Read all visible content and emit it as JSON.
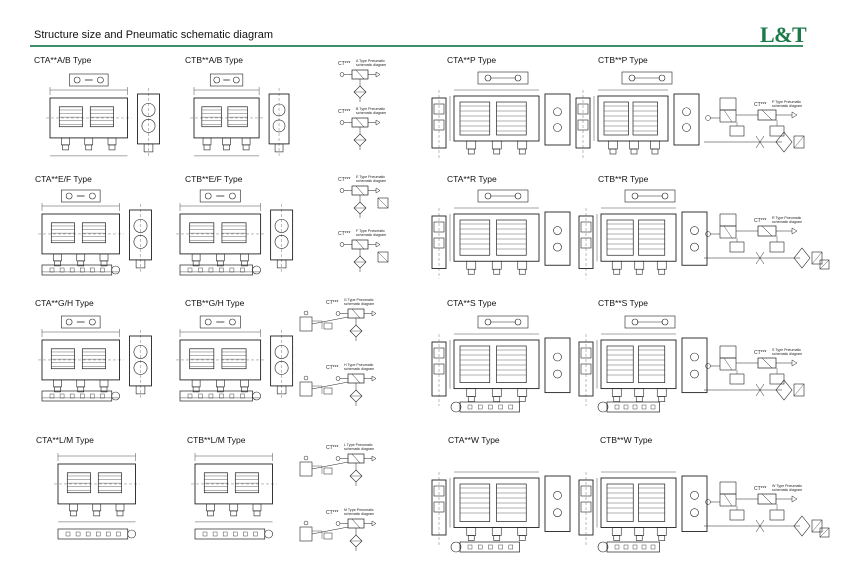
{
  "header": {
    "title": "Structure size and Pneumatic schematic diagram",
    "logo": "L&T"
  },
  "sections": [
    {
      "label": "CTA**A/B Type"
    },
    {
      "label": "CTB**A/B Type"
    },
    {
      "label": "CTA**P Type"
    },
    {
      "label": "CTB**P Type"
    },
    {
      "label": "CTA**E/F Type"
    },
    {
      "label": "CTB**E/F Type"
    },
    {
      "label": "CTA**R Type"
    },
    {
      "label": "CTB**R Type"
    },
    {
      "label": "CTA**G/H Type"
    },
    {
      "label": "CTB**G/H Type"
    },
    {
      "label": "CTA**S Type"
    },
    {
      "label": "CTB**S Type"
    },
    {
      "label": "CTA**L/M Type"
    },
    {
      "label": "CTB**L/M Type"
    },
    {
      "label": "CTA**W Type"
    },
    {
      "label": "CTB**W Type"
    }
  ],
  "schematics": [
    {
      "code": "CT***",
      "caption1": "A Type Pneumatic",
      "caption2": "schematic diagram"
    },
    {
      "code": "CT***",
      "caption1": "B Type Pneumatic",
      "caption2": "schematic diagram"
    },
    {
      "code": "CT***",
      "caption1": "E Type Pneumatic",
      "caption2": "schematic diagram"
    },
    {
      "code": "CT***",
      "caption1": "F Type Pneumatic",
      "caption2": "schematic diagram"
    },
    {
      "code": "CT***",
      "caption1": "G Type Pneumatic",
      "caption2": "schematic diagram"
    },
    {
      "code": "CT***",
      "caption1": "H Type Pneumatic",
      "caption2": "schematic diagram"
    },
    {
      "code": "CT***",
      "caption1": "L Type Pneumatic",
      "caption2": "schematic diagram"
    },
    {
      "code": "CT***",
      "caption1": "M Type Pneumatic",
      "caption2": "schematic diagram"
    },
    {
      "code": "CT***",
      "caption1": "P Type Pneumatic",
      "caption2": "schematic diagram"
    },
    {
      "code": "CT***",
      "caption1": "R Type Pneumatic",
      "caption2": "schematic diagram"
    },
    {
      "code": "CT***",
      "caption1": "S Type Pneumatic",
      "caption2": "schematic diagram"
    },
    {
      "code": "CT***",
      "caption1": "W Type Pneumatic",
      "caption2": "schematic diagram"
    }
  ],
  "colors": {
    "accent": "#3f8f68",
    "logo": "#1c7a4a",
    "ink": "#222222"
  }
}
